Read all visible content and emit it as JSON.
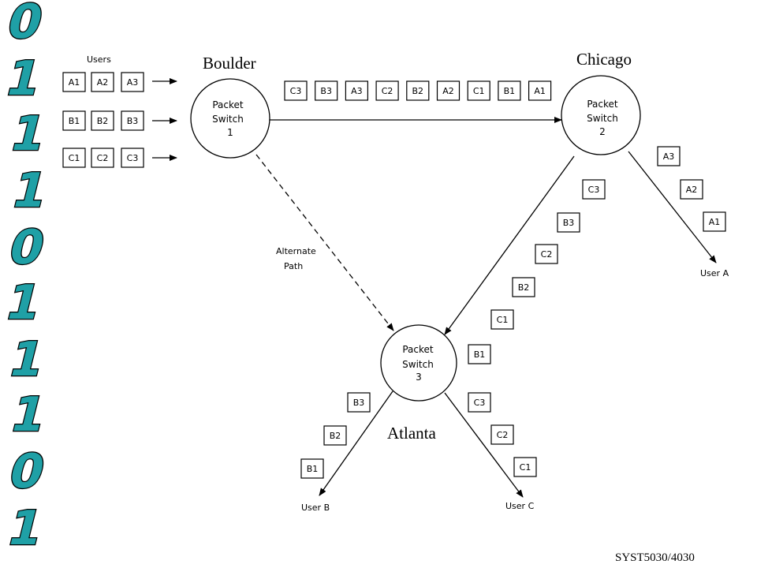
{
  "binary_digits": [
    "0",
    "1",
    "1",
    "1",
    "0",
    "1",
    "1",
    "1",
    "0",
    "1"
  ],
  "colors": {
    "digit_fill": "#1fa0a6",
    "digit_outline": "#000000",
    "ink": "#000000"
  },
  "cities": {
    "boulder": "Boulder",
    "chicago": "Chicago",
    "atlanta": "Atlanta"
  },
  "switches": [
    {
      "line1": "Packet",
      "line2": "Switch",
      "number": "1"
    },
    {
      "line1": "Packet",
      "line2": "Switch",
      "number": "2"
    },
    {
      "line1": "Packet",
      "line2": "Switch",
      "number": "3"
    }
  ],
  "users_title": "Users",
  "user_packets": [
    [
      "A1",
      "A2",
      "A3"
    ],
    [
      "B1",
      "B2",
      "B3"
    ],
    [
      "C1",
      "C2",
      "C3"
    ]
  ],
  "link_1_2_packets": [
    "C3",
    "B3",
    "A3",
    "C2",
    "B2",
    "A2",
    "C1",
    "B1",
    "A1"
  ],
  "link_2_3_packets": [
    "C3",
    "B3",
    "C2",
    "B2",
    "C1",
    "B1"
  ],
  "to_user_a_packets": [
    "A3",
    "A2",
    "A1"
  ],
  "to_user_b_packets": [
    "B3",
    "B2",
    "B1"
  ],
  "to_user_c_packets": [
    "C3",
    "C2",
    "C1"
  ],
  "alternate_path": {
    "line1": "Alternate",
    "line2": "Path"
  },
  "destinations": {
    "user_a": "User A",
    "user_b": "User B",
    "user_c": "User C"
  },
  "footer": "SYST5030/4030"
}
